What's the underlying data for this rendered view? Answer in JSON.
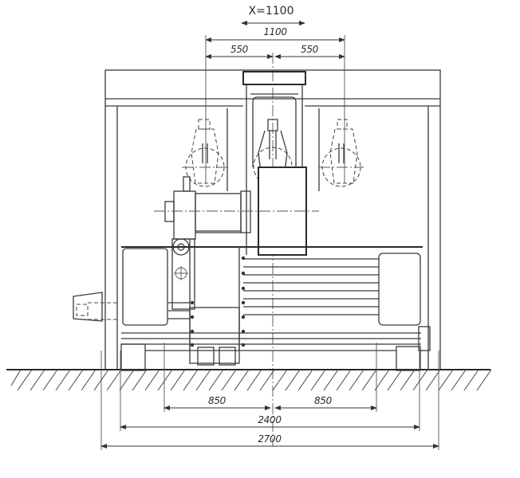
{
  "drawing": {
    "type": "technical-front-elevation",
    "subject": "gantry machining center with tool changer",
    "colors": {
      "line": "#3a3a3a",
      "background": "#ffffff"
    }
  },
  "dimensions": {
    "travel_label": "X=1100",
    "top": {
      "overall": "1100",
      "left_half": "550",
      "right_half": "550"
    },
    "bottom": {
      "left_offset": "850",
      "right_offset": "850",
      "inner_width": "2400",
      "overall_width": "2700"
    }
  }
}
